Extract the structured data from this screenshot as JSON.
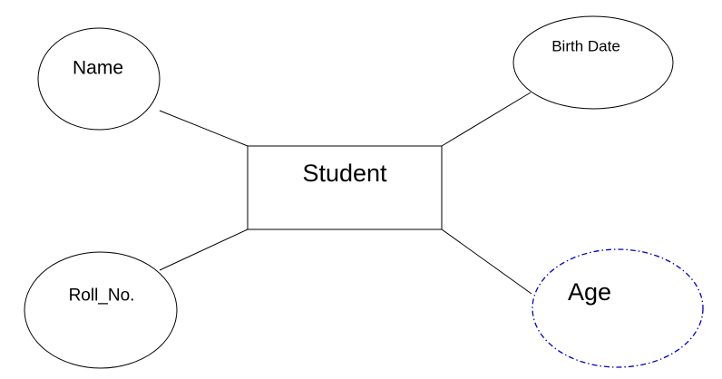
{
  "entity": {
    "name": "Student"
  },
  "attributes": {
    "name": "Name",
    "birth_date": "Birth Date",
    "roll_no": "Roll_No.",
    "age": "Age"
  },
  "colors": {
    "line": "#000000",
    "derived_attribute_border": "#0000cc"
  }
}
